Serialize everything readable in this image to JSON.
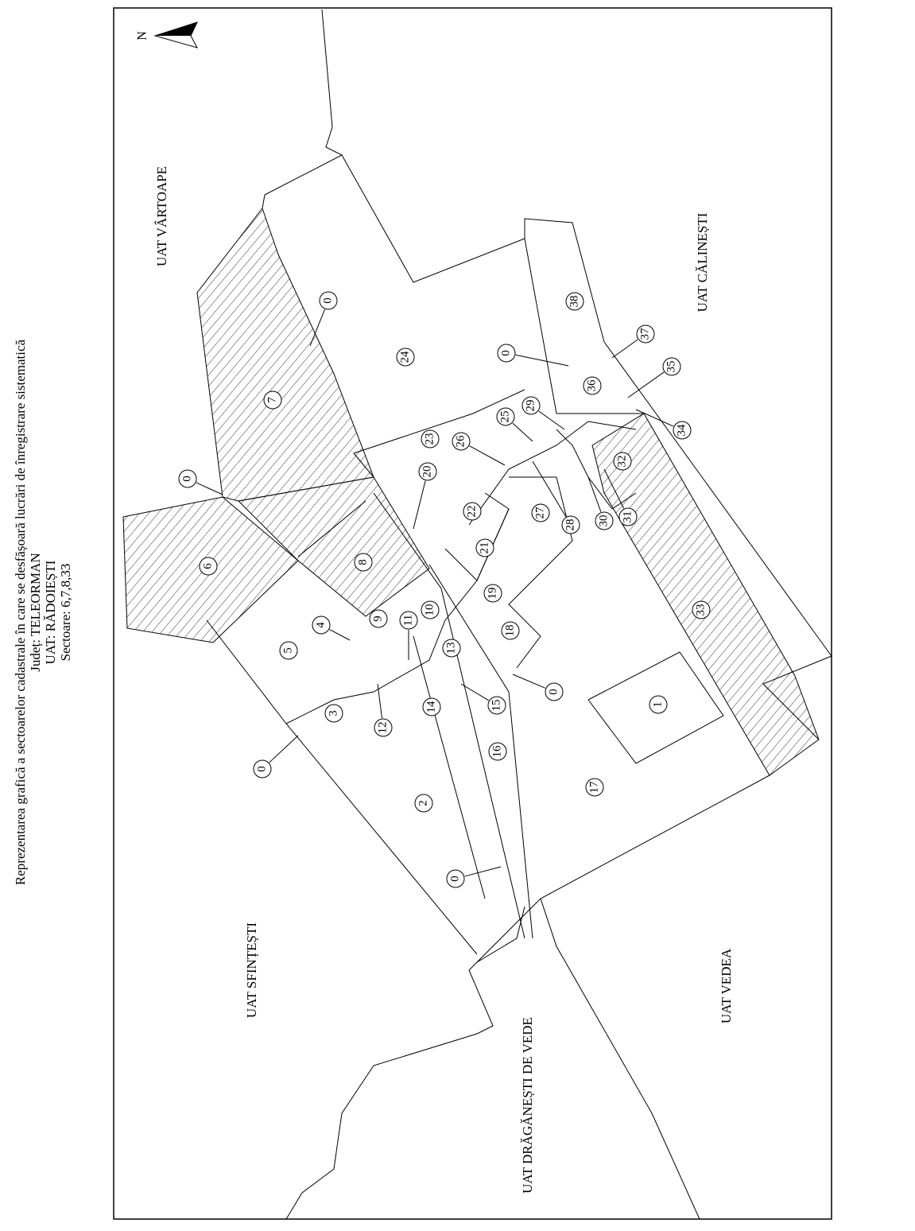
{
  "header": {
    "title": "Reprezentarea grafică a sectoarelor cadastrale în care se desfășoară lucrări de înregistrare sistematică",
    "county": "Județ: TELEORMAN",
    "uat": "UAT: RĂDOIEȘTI",
    "sectors": "Sectoare: 6,7,8,33"
  },
  "north_arrow": {
    "label": "N"
  },
  "neighbours": {
    "vartoape": "UAT VÂRTOAPE",
    "calinesti": "UAT CĂLINEȘTI",
    "sfintesti": "UAT SFINȚEȘTI",
    "draganesti": "UAT DRĂGĂNEȘTI DE VEDE",
    "vedea": "UAT VEDEA"
  },
  "sector_labels": [
    "1",
    "2",
    "3",
    "4",
    "5",
    "6",
    "7",
    "8",
    "9",
    "10",
    "11",
    "12",
    "13",
    "14",
    "15",
    "16",
    "17",
    "18",
    "19",
    "20",
    "21",
    "22",
    "23",
    "24",
    "25",
    "26",
    "27",
    "28",
    "29",
    "30",
    "31",
    "32",
    "33",
    "34",
    "35",
    "36",
    "37",
    "38",
    "0",
    "0",
    "0",
    "0",
    "0",
    "0"
  ],
  "highlighted_sectors": [
    "6",
    "7",
    "8",
    "33"
  ]
}
